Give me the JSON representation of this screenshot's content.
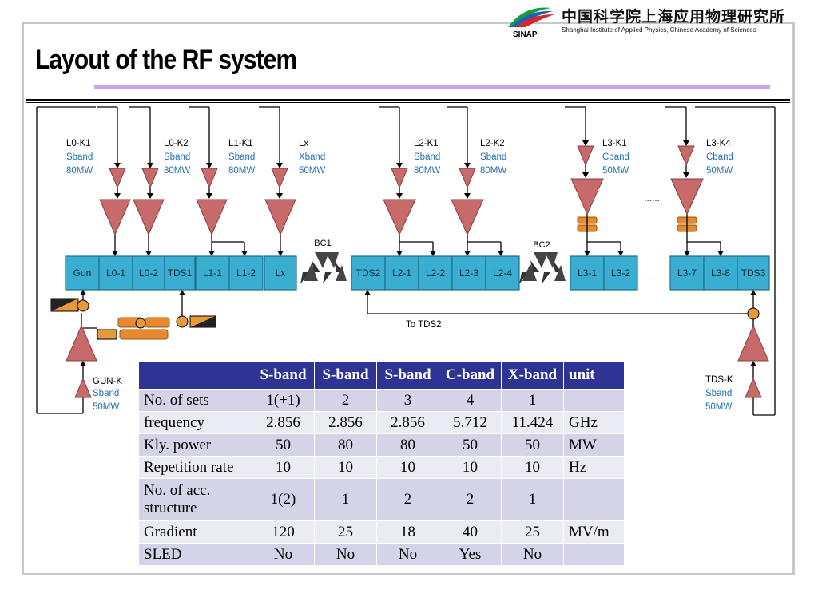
{
  "slide": {
    "title": "Layout of the RF system",
    "org_chinese": "中国科学院上海应用物理研究所",
    "org_english": "Shanghai Institute of Applied Physics, Chinese Academy of Sciences",
    "org_abbrev": "SINAP"
  },
  "colors": {
    "accent_purple": "#c9a3e6",
    "header_blue": "#2f3393",
    "row_dark": "#d4d3e7",
    "row_light": "#ebebf3",
    "module_fill": "#3aaed0",
    "klystron_fill": "#c76a6a",
    "label_blue": "#1f6fb5",
    "sled_orange": "#e8892d"
  },
  "diagram": {
    "klystrons": [
      {
        "name": "L0-K1",
        "band": "Sband",
        "power": "80MW"
      },
      {
        "name": "L0-K2",
        "band": "Sband",
        "power": "80MW"
      },
      {
        "name": "L1-K1",
        "band": "Sband",
        "power": "80MW"
      },
      {
        "name": "Lx",
        "band": "Xband",
        "power": "50MW"
      },
      {
        "name": "L2-K1",
        "band": "Sband",
        "power": "80MW"
      },
      {
        "name": "L2-K2",
        "band": "Sband",
        "power": "80MW"
      },
      {
        "name": "L3-K1",
        "band": "Cband",
        "power": "50MW"
      },
      {
        "name": "L3-K4",
        "band": "Cband",
        "power": "50MW"
      },
      {
        "name": "GUN-K",
        "band": "Sband",
        "power": "50MW"
      },
      {
        "name": "TDS-K",
        "band": "Sband",
        "power": "50MW"
      }
    ],
    "modules": [
      "Gun",
      "L0-1",
      "L0-2",
      "TDS1",
      "L1-1",
      "L1-2",
      "Lx",
      "TDS2",
      "L2-1",
      "L2-2",
      "L2-3",
      "L2-4",
      "L3-1",
      "L3-2",
      "L3-7",
      "L3-8",
      "TDS3"
    ],
    "bc_labels": [
      "BC1",
      "BC2"
    ],
    "ellipsis": "……",
    "to_tds2": "To TDS2"
  },
  "table": {
    "headers": [
      "",
      "S-band",
      "S-band",
      "S-band",
      "C-band",
      "X-band",
      "unit"
    ],
    "rows": [
      {
        "label": "No. of sets",
        "values": [
          "1(+1)",
          "2",
          "3",
          "4",
          "1"
        ],
        "unit": ""
      },
      {
        "label": "frequency",
        "values": [
          "2.856",
          "2.856",
          "2.856",
          "5.712",
          "11.424"
        ],
        "unit": "GHz"
      },
      {
        "label": "Kly. power",
        "values": [
          "50",
          "80",
          "80",
          "50",
          "50"
        ],
        "unit": "MW"
      },
      {
        "label": "Repetition rate",
        "values": [
          "10",
          "10",
          "10",
          "10",
          "10"
        ],
        "unit": "Hz"
      },
      {
        "label": "No. of acc. structure",
        "values": [
          "1(2)",
          "1",
          "2",
          "2",
          "1"
        ],
        "unit": ""
      },
      {
        "label": "Gradient",
        "values": [
          "120",
          "25",
          "18",
          "40",
          "25"
        ],
        "unit": "MV/m"
      },
      {
        "label": "SLED",
        "values": [
          "No",
          "No",
          "No",
          "Yes",
          "No"
        ],
        "unit": ""
      }
    ]
  }
}
